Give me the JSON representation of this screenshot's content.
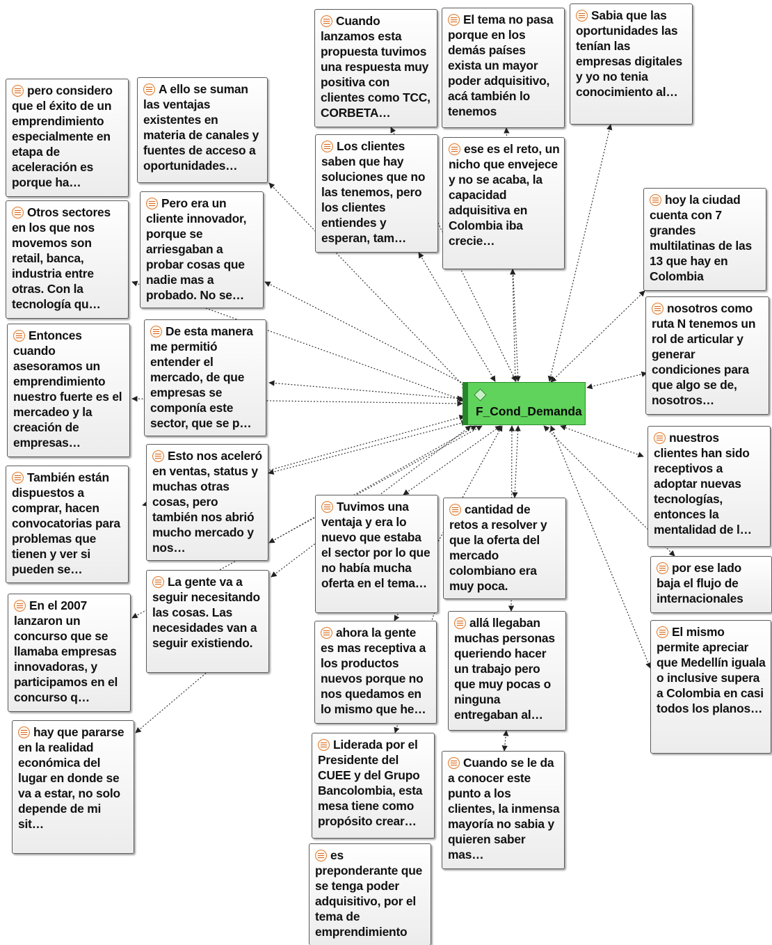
{
  "colors": {
    "center_fill": "#5fd35b",
    "center_stripe": "#26862a",
    "doc_icon": "#e0792c",
    "edge": "#333333"
  },
  "center": {
    "icon": "diamond-code-icon",
    "label": "F_Cond_Demanda"
  },
  "quotations": [
    {
      "id": "q01",
      "icon": "document-icon",
      "text": "Cuando lanzamos esta propuesta tuvimos una respuesta muy positiva con clientes como TCC, CORBETA…"
    },
    {
      "id": "q02",
      "icon": "document-icon",
      "text": "El tema no pasa porque en los demás países exista un mayor poder adquisitivo, acá también lo tenemos"
    },
    {
      "id": "q03",
      "icon": "document-icon",
      "text": "Sabia que las oportunidades las tenían las empresas digitales y yo no tenia conocimiento al…"
    },
    {
      "id": "q04",
      "icon": "document-icon",
      "text": "pero considero que el éxito de un emprendimiento especialmente en etapa de aceleración es porque ha…"
    },
    {
      "id": "q05",
      "icon": "document-icon",
      "text": "A ello se suman las ventajas existentes en materia de canales y fuentes de acceso a oportunidades…"
    },
    {
      "id": "q06",
      "icon": "document-icon",
      "text": "Los clientes saben que hay soluciones que no las tenemos, pero los clientes entiendes y esperan, tam…"
    },
    {
      "id": "q07",
      "icon": "document-icon",
      "text": "ese es el reto, un nicho que envejece y no se acaba, la capacidad adquisitiva en Colombia iba crecie…"
    },
    {
      "id": "q08",
      "icon": "document-icon",
      "text": "hoy la ciudad cuenta con 7 grandes multilatinas de las 13 que hay en Colombia"
    },
    {
      "id": "q09",
      "icon": "document-icon",
      "text": "Otros sectores en los que nos movemos son retail, banca, industria entre otras. Con la tecnología qu…"
    },
    {
      "id": "q10",
      "icon": "document-icon",
      "text": "Pero era un cliente innovador, porque se arriesgaban a probar cosas que nadie mas a probado. No se…"
    },
    {
      "id": "q11",
      "icon": "document-icon",
      "text": "nosotros como ruta N tenemos un rol de articular y generar condiciones para que algo se de, nosotros…"
    },
    {
      "id": "q12",
      "icon": "document-icon",
      "text": "Entonces cuando asesoramos un emprendimiento nuestro fuerte es el mercadeo y la creación de empresas…"
    },
    {
      "id": "q13",
      "icon": "document-icon",
      "text": "De esta manera me permitió entender el mercado, de que empresas se componía este sector, que se p…"
    },
    {
      "id": "q14",
      "icon": "document-icon",
      "text": "nuestros clientes han sido receptivos a adoptar nuevas tecnologías, entonces la mentalidad de l…"
    },
    {
      "id": "q15",
      "icon": "document-icon",
      "text": "También están dispuestos a comprar, hacen convocatorias para problemas que tienen y ver si pueden se…"
    },
    {
      "id": "q16",
      "icon": "document-icon",
      "text": "Esto nos aceleró en ventas, status y muchas otras cosas, pero también nos abrió mucho mercado y nos…"
    },
    {
      "id": "q17",
      "icon": "document-icon",
      "text": "Tuvimos una ventaja y era lo nuevo que estaba el sector por lo que no había mucha oferta en el tema…"
    },
    {
      "id": "q18",
      "icon": "document-icon",
      "text": "cantidad de retos a resolver y que la oferta del mercado colombiano era muy poca."
    },
    {
      "id": "q19",
      "icon": "document-icon",
      "text": "por ese lado baja el flujo de internacionales"
    },
    {
      "id": "q20",
      "icon": "document-icon",
      "text": "La gente va a seguir necesitando las cosas. Las necesidades van a seguir existiendo."
    },
    {
      "id": "q21",
      "icon": "document-icon",
      "text": "En el 2007 lanzaron un concurso que se llamaba empresas innovadoras, y participamos en el concurso q…"
    },
    {
      "id": "q22",
      "icon": "document-icon",
      "text": "ahora la gente es mas receptiva a los productos nuevos porque no nos quedamos en lo mismo que he…"
    },
    {
      "id": "q23",
      "icon": "document-icon",
      "text": "allá llegaban muchas personas queriendo hacer un trabajo pero que muy pocas o ninguna entregaban al…"
    },
    {
      "id": "q24",
      "icon": "document-icon",
      "text": "El mismo permite apreciar que Medellín iguala o inclusive supera a Colombia en casi todos los planos…"
    },
    {
      "id": "q25",
      "icon": "document-icon",
      "text": "hay que pararse en la realidad económica del lugar en donde se va a estar, no solo depende de mi sit…"
    },
    {
      "id": "q26",
      "icon": "document-icon",
      "text": "Liderada por el Presidente del CUEE y del Grupo Bancolombia, esta mesa tiene como propósito crear…"
    },
    {
      "id": "q27",
      "icon": "document-icon",
      "text": "Cuando se le da a conocer este punto a los clientes, la inmensa mayoría no sabia y quieren saber mas…"
    },
    {
      "id": "q28",
      "icon": "document-icon",
      "text": "es preponderante que se tenga poder adquisitivo, por el tema de emprendimiento"
    }
  ]
}
